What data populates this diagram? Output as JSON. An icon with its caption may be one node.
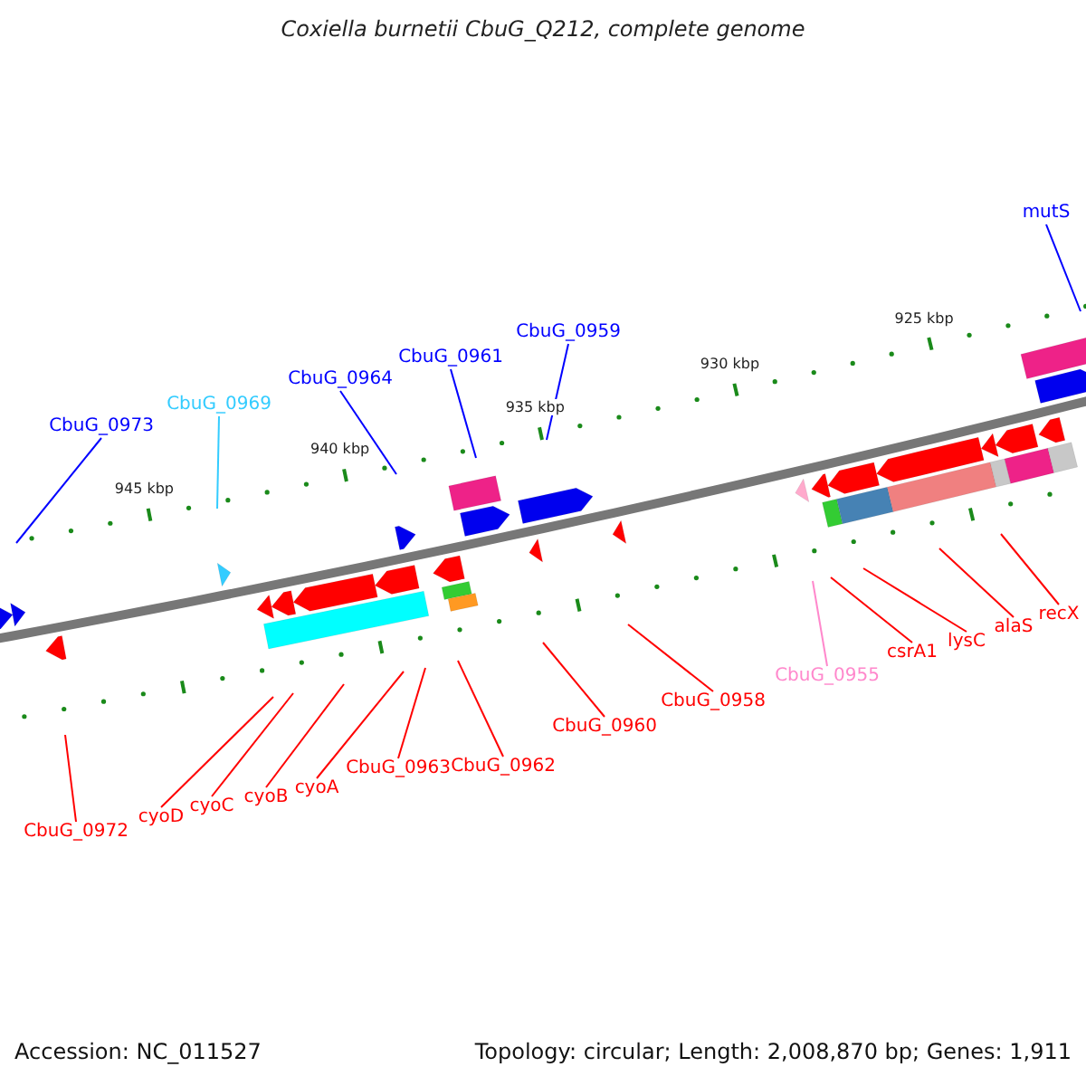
{
  "diagram": {
    "title": "Coxiella burnetii CbuG_Q212, complete genome",
    "nodes": [
      {
        "text": [
          "CbuG_0973"
        ]
      },
      {
        "text": [
          "CbuG_0969"
        ]
      },
      {
        "text": [
          "CbuG_0964"
        ]
      },
      {
        "text": [
          "CbuG_0961"
        ]
      },
      {
        "text": [
          "CbuG_0959"
        ]
      },
      {
        "text": [
          "mutS"
        ]
      },
      {
        "text": [
          "CbuG_0972"
        ]
      },
      {
        "text": [
          "cyoD"
        ]
      },
      {
        "text": [
          "cyoC"
        ]
      },
      {
        "text": [
          "cyoB"
        ]
      },
      {
        "text": [
          "cyoA"
        ]
      },
      {
        "text": [
          "CbuG_0963"
        ]
      },
      {
        "text": [
          "CbuG_0962"
        ]
      },
      {
        "text": [
          "CbuG_0960"
        ]
      },
      {
        "text": [
          "CbuG_0958"
        ]
      },
      {
        "text": [
          "CbuG_0955"
        ]
      },
      {
        "text": [
          "csrA1"
        ]
      },
      {
        "text": [
          "lysC"
        ]
      },
      {
        "text": [
          "alaS"
        ]
      },
      {
        "text": [
          "recX"
        ]
      }
    ],
    "edges": [
      {
        "from": 0,
        "to": null,
        "arrow": "none",
        "color": "#0000ff"
      },
      {
        "from": 1,
        "to": null,
        "arrow": "none",
        "color": "#33ccff"
      },
      {
        "from": 2,
        "to": null,
        "arrow": "none",
        "color": "#0000ff"
      },
      {
        "from": 3,
        "to": null,
        "arrow": "none",
        "color": "#0000ff"
      },
      {
        "from": 4,
        "to": null,
        "arrow": "none",
        "color": "#0000ff"
      },
      {
        "from": 5,
        "to": null,
        "arrow": "none",
        "color": "#0000ff"
      },
      {
        "from": 6,
        "to": null,
        "arrow": "none"
      },
      {
        "from": 7,
        "to": null,
        "arrow": "none"
      },
      {
        "from": 8,
        "to": null,
        "arrow": "none"
      },
      {
        "from": 9,
        "to": null,
        "arrow": "none"
      },
      {
        "from": 10,
        "to": null,
        "arrow": "none"
      },
      {
        "from": 11,
        "to": null,
        "arrow": "none"
      },
      {
        "from": 12,
        "to": null,
        "arrow": "none"
      },
      {
        "from": 13,
        "to": null,
        "arrow": "none"
      },
      {
        "from": 14,
        "to": null,
        "arrow": "none"
      },
      {
        "from": 15,
        "to": null,
        "arrow": "none",
        "color": "#ff88cc"
      },
      {
        "from": 16,
        "to": null,
        "arrow": "none"
      },
      {
        "from": 17,
        "to": null,
        "arrow": "none"
      },
      {
        "from": 18,
        "to": null,
        "arrow": "none"
      },
      {
        "from": 19,
        "to": null,
        "arrow": "none"
      }
    ],
    "labels": [
      "945 kbp",
      "940 kbp",
      "935 kbp",
      "930 kbp",
      "925 kbp",
      "Accession: NC_011527",
      "Topology: circular; Length: 2,008,870 bp; Genes: 1,911"
    ]
  }
}
